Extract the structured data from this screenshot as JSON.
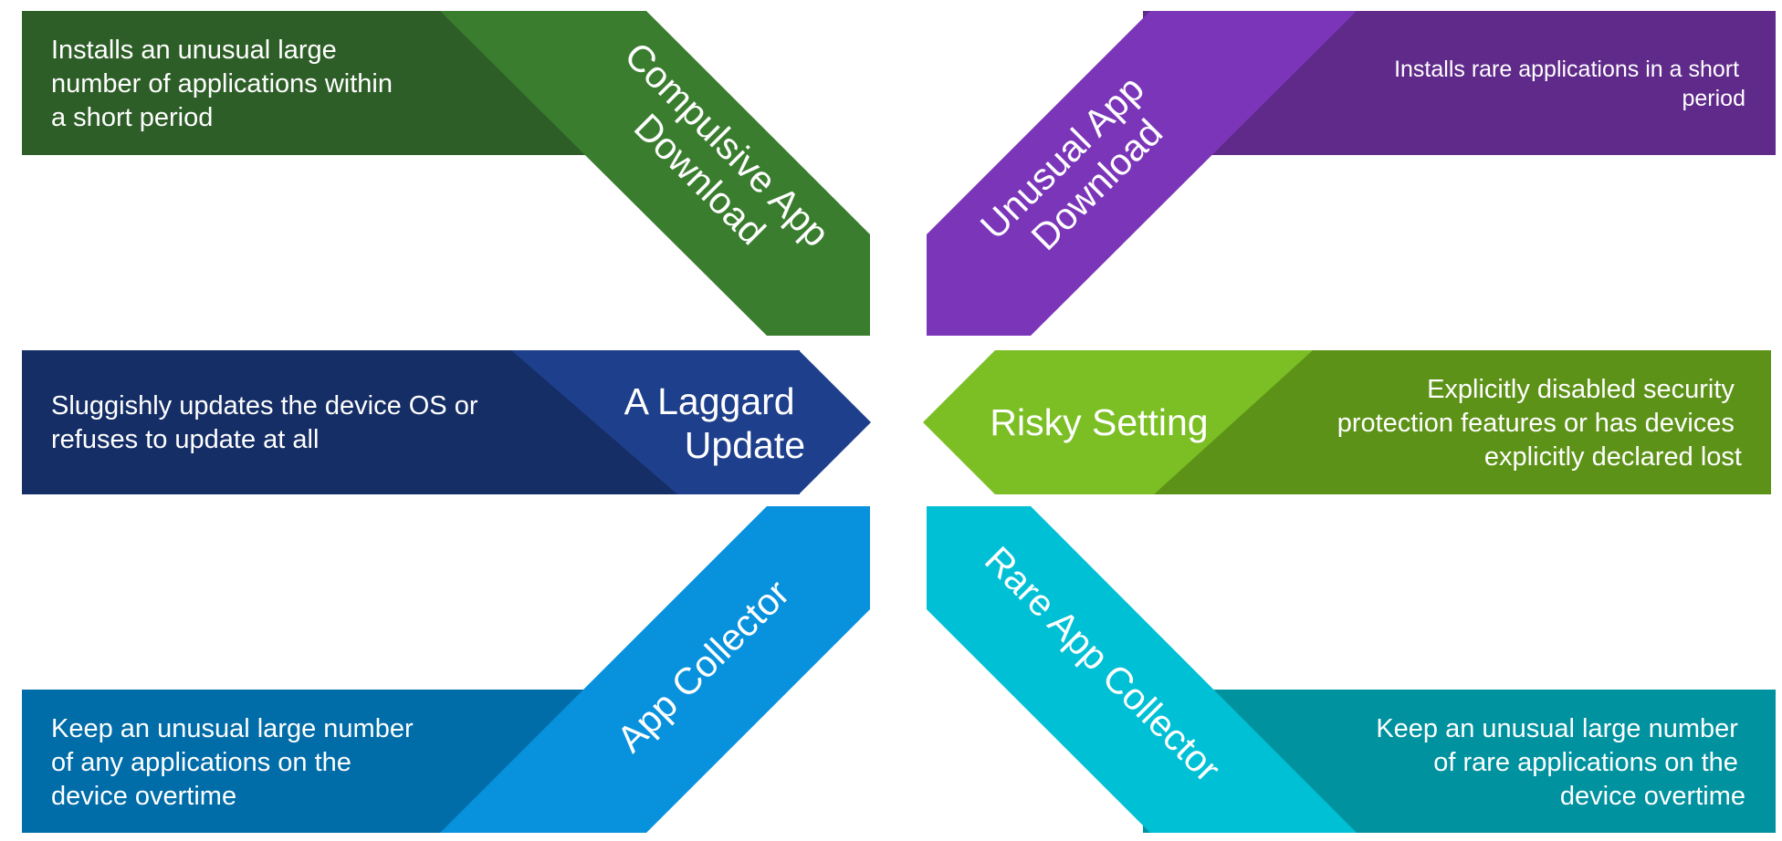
{
  "colors": {
    "background": "#ffffff",
    "compulsive_dark": "#2e5e27",
    "compulsive_light": "#3a7d2f",
    "unusual_dark": "#5f2a8a",
    "unusual_light": "#7b35b8",
    "laggard_dark": "#162e66",
    "laggard_light": "#1e3f8c",
    "risky_dark": "#5d9218",
    "risky_light": "#7bbf24",
    "collector_dark": "#006ca8",
    "collector_light": "#0891dc",
    "rare_dark": "#00929f",
    "rare_light": "#00c0d5",
    "text": "#ffffff"
  },
  "categories": {
    "compulsive": {
      "title_lines": [
        "Compulsive App",
        "Download"
      ],
      "description_lines": [
        "Installs an unusual large",
        "number of applications within",
        "a short period"
      ]
    },
    "unusual": {
      "title_lines": [
        "Unusual App",
        "Download"
      ],
      "description_lines": [
        "Installs rare applications in a short",
        "period"
      ]
    },
    "laggard": {
      "title_lines": [
        "A Laggard",
        "Update"
      ],
      "description_lines": [
        "Sluggishly updates the device OS or",
        "refuses to update at all"
      ]
    },
    "risky": {
      "title_lines": [
        "Risky Setting"
      ],
      "description_lines": [
        "Explicitly disabled security",
        "protection features or has devices",
        "explicitly declared lost"
      ]
    },
    "collector": {
      "title_lines": [
        "App Collector"
      ],
      "description_lines": [
        "Keep an unusual large number",
        "of any applications on the",
        "device overtime"
      ]
    },
    "rare": {
      "title_lines": [
        "Rare App Collector"
      ],
      "description_lines": [
        "Keep an unusual large number",
        "of rare applications on the",
        "device overtime"
      ]
    }
  }
}
